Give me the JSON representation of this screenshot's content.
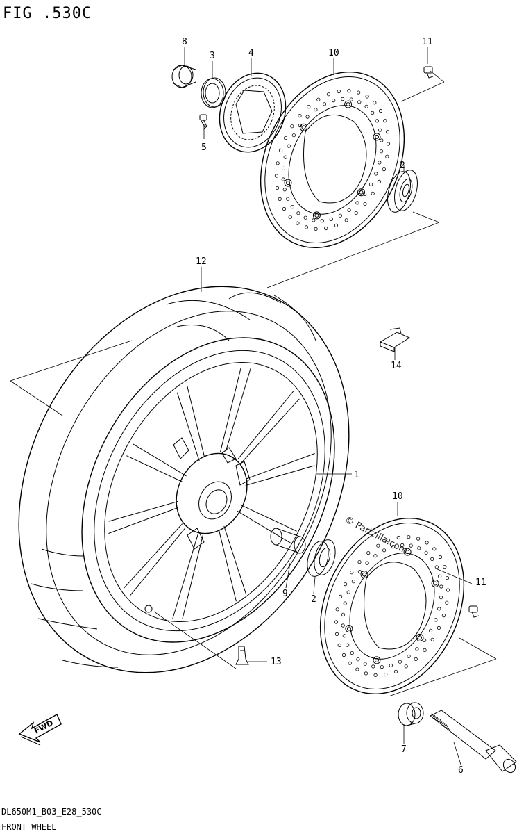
{
  "figure": {
    "title": "FIG .530C",
    "code": "DL650M1_B03_E28_530C",
    "caption": "FRONT WHEEL",
    "watermark": "© Partzilla.com",
    "fwd_label": "FWD"
  },
  "callouts": [
    {
      "id": "c8",
      "text": "8"
    },
    {
      "id": "c3",
      "text": "3"
    },
    {
      "id": "c4",
      "text": "4"
    },
    {
      "id": "c5",
      "text": "5"
    },
    {
      "id": "c10a",
      "text": "10"
    },
    {
      "id": "c11a",
      "text": "11"
    },
    {
      "id": "c2a",
      "text": "2"
    },
    {
      "id": "c12",
      "text": "12"
    },
    {
      "id": "c14",
      "text": "14"
    },
    {
      "id": "c1",
      "text": "1"
    },
    {
      "id": "c10b",
      "text": "10"
    },
    {
      "id": "c11b",
      "text": "11"
    },
    {
      "id": "c9",
      "text": "9"
    },
    {
      "id": "c2b",
      "text": "2"
    },
    {
      "id": "c13",
      "text": "13"
    },
    {
      "id": "c7",
      "text": "7"
    },
    {
      "id": "c6",
      "text": "6"
    }
  ]
}
